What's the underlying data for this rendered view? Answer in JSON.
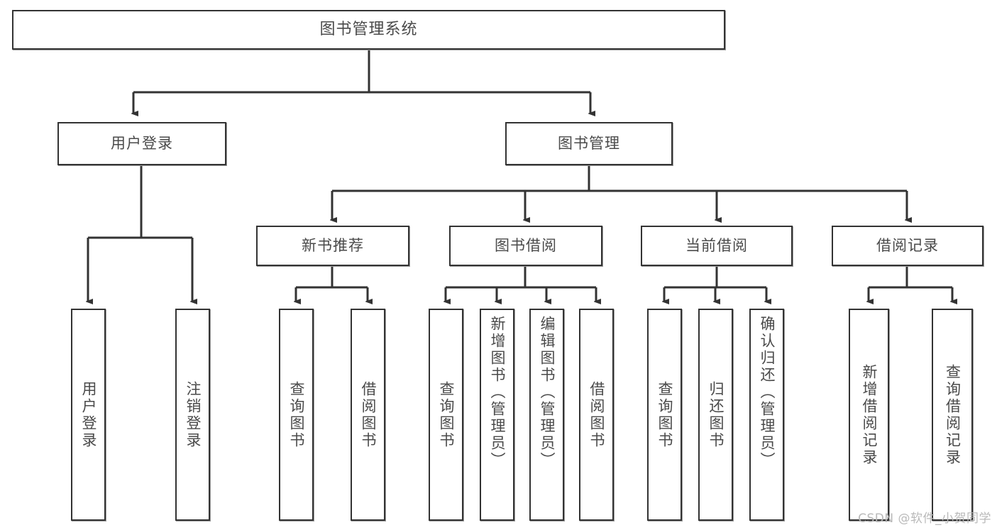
{
  "diagram": {
    "title": "图书管理系统",
    "type": "tree-hierarchy",
    "watermark": "CSDN @软件_小贺同学",
    "colors": {
      "stroke": "#333333",
      "text": "#4a4a4a",
      "background": "#ffffff",
      "watermark": "#b9b9b9"
    },
    "levels": {
      "root": "图书管理系统",
      "level2": [
        "用户登录",
        "图书管理"
      ],
      "level3": [
        "新书推荐",
        "图书借阅",
        "当前借阅",
        "借阅记录"
      ],
      "leaves": [
        "用户登录",
        "注销登录",
        "查询图书",
        "借阅图书",
        "查询图书",
        "新增图书（管理员）",
        "编辑图书（管理员）",
        "借阅图书",
        "查询图书",
        "归还图书",
        "确认归还（管理员）",
        "新增借阅记录",
        "查询借阅记录"
      ]
    }
  },
  "nodes": {
    "root": {
      "label": "图书管理系统"
    },
    "user_login": {
      "label": "用户登录"
    },
    "book_manage": {
      "label": "图书管理"
    },
    "new_book_rec": {
      "label": "新书推荐"
    },
    "book_borrow": {
      "label": "图书借阅"
    },
    "current_borrow": {
      "label": "当前借阅"
    },
    "borrow_record": {
      "label": "借阅记录"
    },
    "leaf_user_login": {
      "label": "用户登录"
    },
    "leaf_logout": {
      "label": "注销登录"
    },
    "leaf_query_book_1": {
      "label": "查询图书"
    },
    "leaf_borrow_book_1": {
      "label": "借阅图书"
    },
    "leaf_query_book_2": {
      "label": "查询图书"
    },
    "leaf_add_book": {
      "label": "新增图书（管理员）"
    },
    "leaf_edit_book": {
      "label": "编辑图书（管理员）"
    },
    "leaf_borrow_book_2": {
      "label": "借阅图书"
    },
    "leaf_query_book_3": {
      "label": "查询图书"
    },
    "leaf_return_book": {
      "label": "归还图书"
    },
    "leaf_confirm_return": {
      "label": "确认归还（管理员）"
    },
    "leaf_add_record": {
      "label": "新增借阅记录"
    },
    "leaf_query_record": {
      "label": "查询借阅记录"
    }
  },
  "footer": {
    "watermark": "CSDN @软件_小贺同学"
  }
}
